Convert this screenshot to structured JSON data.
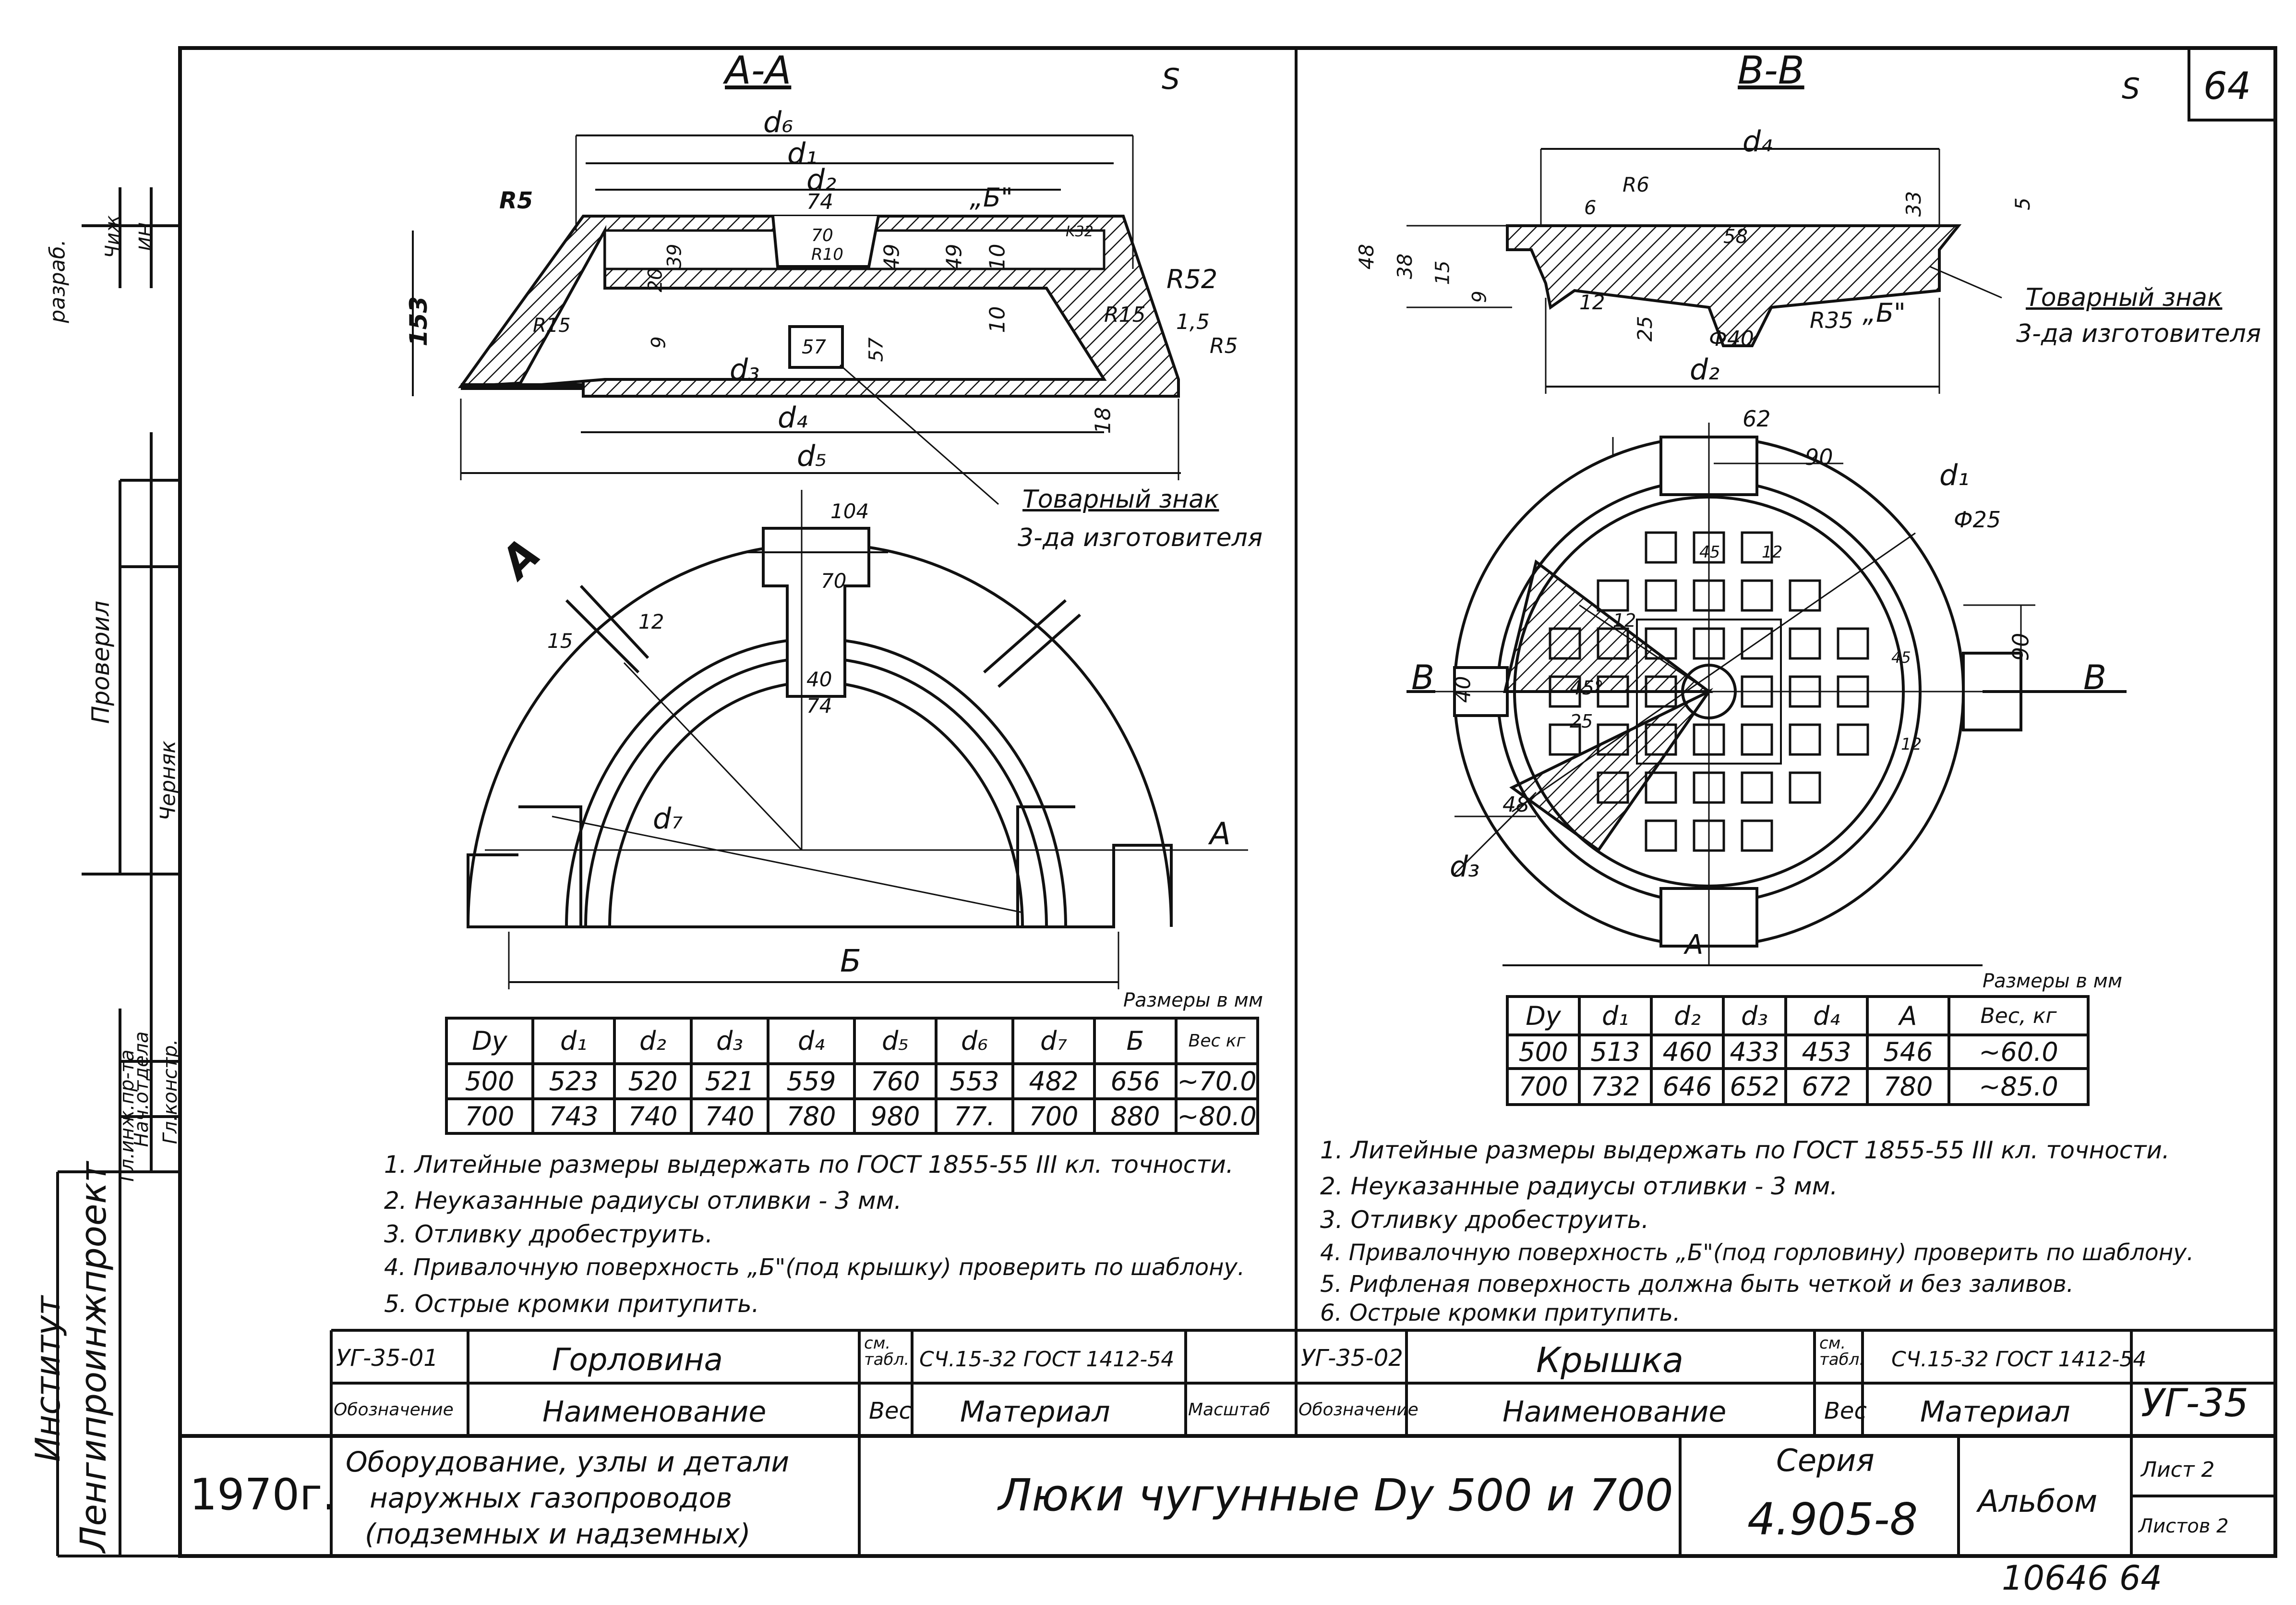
{
  "sheet": {
    "number": "64",
    "stamp": "10646 64",
    "s_mark": "S"
  },
  "left": {
    "section": "А-А",
    "dims": {
      "d6": "d₆",
      "d1": "d₁",
      "d2": "d₂",
      "d3": "d₃",
      "d4": "d₄",
      "d5": "d₅",
      "d7": "d₇",
      "b": "Б",
      "v153": "153",
      "v74": "74",
      "v70": "70",
      "r10": "R10",
      "v49a": "49",
      "v49b": "49",
      "v10a": "10",
      "v10b": "10",
      "v20": "20",
      "v39": "39",
      "v9": "9",
      "v57a": "57",
      "v57b": "57",
      "v18": "18",
      "v1_5": "1,5",
      "r5a": "R5",
      "r5b": "R5",
      "r15a": "R15",
      "r15b": "R15",
      "r52": "R52",
      "k32": "K32",
      "bmark": "„Б\"",
      "plan104": "104",
      "plan70": "70",
      "plan40": "40",
      "plan74": "74",
      "plan15": "15",
      "plan12": "12",
      "aletter": "А",
      "amark": "А"
    },
    "trademark": [
      "Товарный знак",
      "3-да изготовителя"
    ],
    "units": "Размеры в мм",
    "table": {
      "headers": [
        "Dу",
        "d₁",
        "d₂",
        "d₃",
        "d₄",
        "d₅",
        "d₆",
        "d₇",
        "Б",
        "Вес кг"
      ],
      "rows": [
        [
          "500",
          "523",
          "520",
          "521",
          "559",
          "760",
          "553",
          "482",
          "656",
          "~70.0"
        ],
        [
          "700",
          "743",
          "740",
          "740",
          "780",
          "980",
          "77.",
          "700",
          "880",
          "~80.0"
        ]
      ]
    },
    "notes": [
      "1. Литейные размеры выдержать по ГОСТ 1855-55 III кл. точности.",
      "2. Неуказанные радиусы отливки - 3 мм.",
      "3. Отливку дробеструить.",
      "4. Привалочную поверхность „Б\"(под крышку) проверить по шаблону.",
      "5. Острые кромки притупить."
    ]
  },
  "right": {
    "section": "В-В",
    "dims": {
      "d4": "d₄",
      "d2": "d₂",
      "d1": "d₁",
      "d3": "d₃",
      "a": "А",
      "bl": "В",
      "br": "В",
      "r6": "R6",
      "v6": "6",
      "v33": "33",
      "v5": "5",
      "v48": "48",
      "v38": "38",
      "v15": "15",
      "v9": "9",
      "v12": "12",
      "v58": "58",
      "v25": "25",
      "f40": "Ф40",
      "r35": "R35",
      "bmark": "„Б\"",
      "p62": "62",
      "p90a": "90",
      "p90b": "90",
      "p25": "Ф25",
      "p40": "40",
      "p48": "48",
      "p45a": "45",
      "p12a": "12",
      "p45b": "45",
      "p12b": "12",
      "p12c": "12",
      "p25b": "25",
      "p45deg": "45°"
    },
    "trademark": [
      "Товарный знак",
      "3-да изготовителя"
    ],
    "units": "Размеры в мм",
    "table": {
      "headers": [
        "Dу",
        "d₁",
        "d₂",
        "d₃",
        "d₄",
        "А",
        "Вес, кг"
      ],
      "rows": [
        [
          "500",
          "513",
          "460",
          "433",
          "453",
          "546",
          "~60.0"
        ],
        [
          "700",
          "732",
          "646",
          "652",
          "672",
          "780",
          "~85.0"
        ]
      ]
    },
    "notes": [
      "1. Литейные размеры выдержать по ГОСТ 1855-55 III кл. точности.",
      "2. Неуказанные радиусы отливки - 3 мм.",
      "3. Отливку дробеструить.",
      "4. Привалочную поверхность „Б\"(под горловину) проверить по шаблону.",
      "5. Рифленая поверхность должна быть четкой и без заливов.",
      "6. Острые кромки притупить."
    ]
  },
  "spec": {
    "left_code": "УГ-35-01",
    "left_name": "Горловина",
    "left_sm": "см. табл.",
    "left_material": "СЧ.15-32 ГОСТ 1412-54",
    "right_code": "УГ-35-02",
    "right_name": "Крышка",
    "right_sm": "см. табл.",
    "right_material": "СЧ.15-32 ГОСТ 1412-54",
    "h_designation": "Обозначение",
    "h_name": "Наименование",
    "h_ves": "Вес",
    "h_material": "Материал",
    "h_scale": "Масштаб",
    "h_designation2": "Обозначение",
    "h_name2": "Наименование",
    "h_ves2": "Вес",
    "h_material2": "Материал",
    "album_code": "УГ-35"
  },
  "titleblock": {
    "year": "1970г.",
    "desc": [
      "Оборудование, узлы и детали",
      "наружных газопроводов",
      "(подземных и надземных)"
    ],
    "title": "Люки чугунные Dу 500 и 700",
    "series_label": "Серия",
    "series": "4.905-8",
    "album": "Альбом",
    "list": "Лист 2",
    "listov": "Листов 2"
  },
  "sidebar": {
    "institute_label": "Институт",
    "institute": "Ленгипроинжпроект",
    "roles": [
      "Гл.инж.пр-та",
      "Нач.отдела",
      "Гл.констр."
    ],
    "checked": "Проверил",
    "checked_role": "Гл.констр.",
    "author": "Черняк",
    "top_role": "разраб.",
    "top_names": [
      "Чиж",
      "ИН"
    ]
  }
}
